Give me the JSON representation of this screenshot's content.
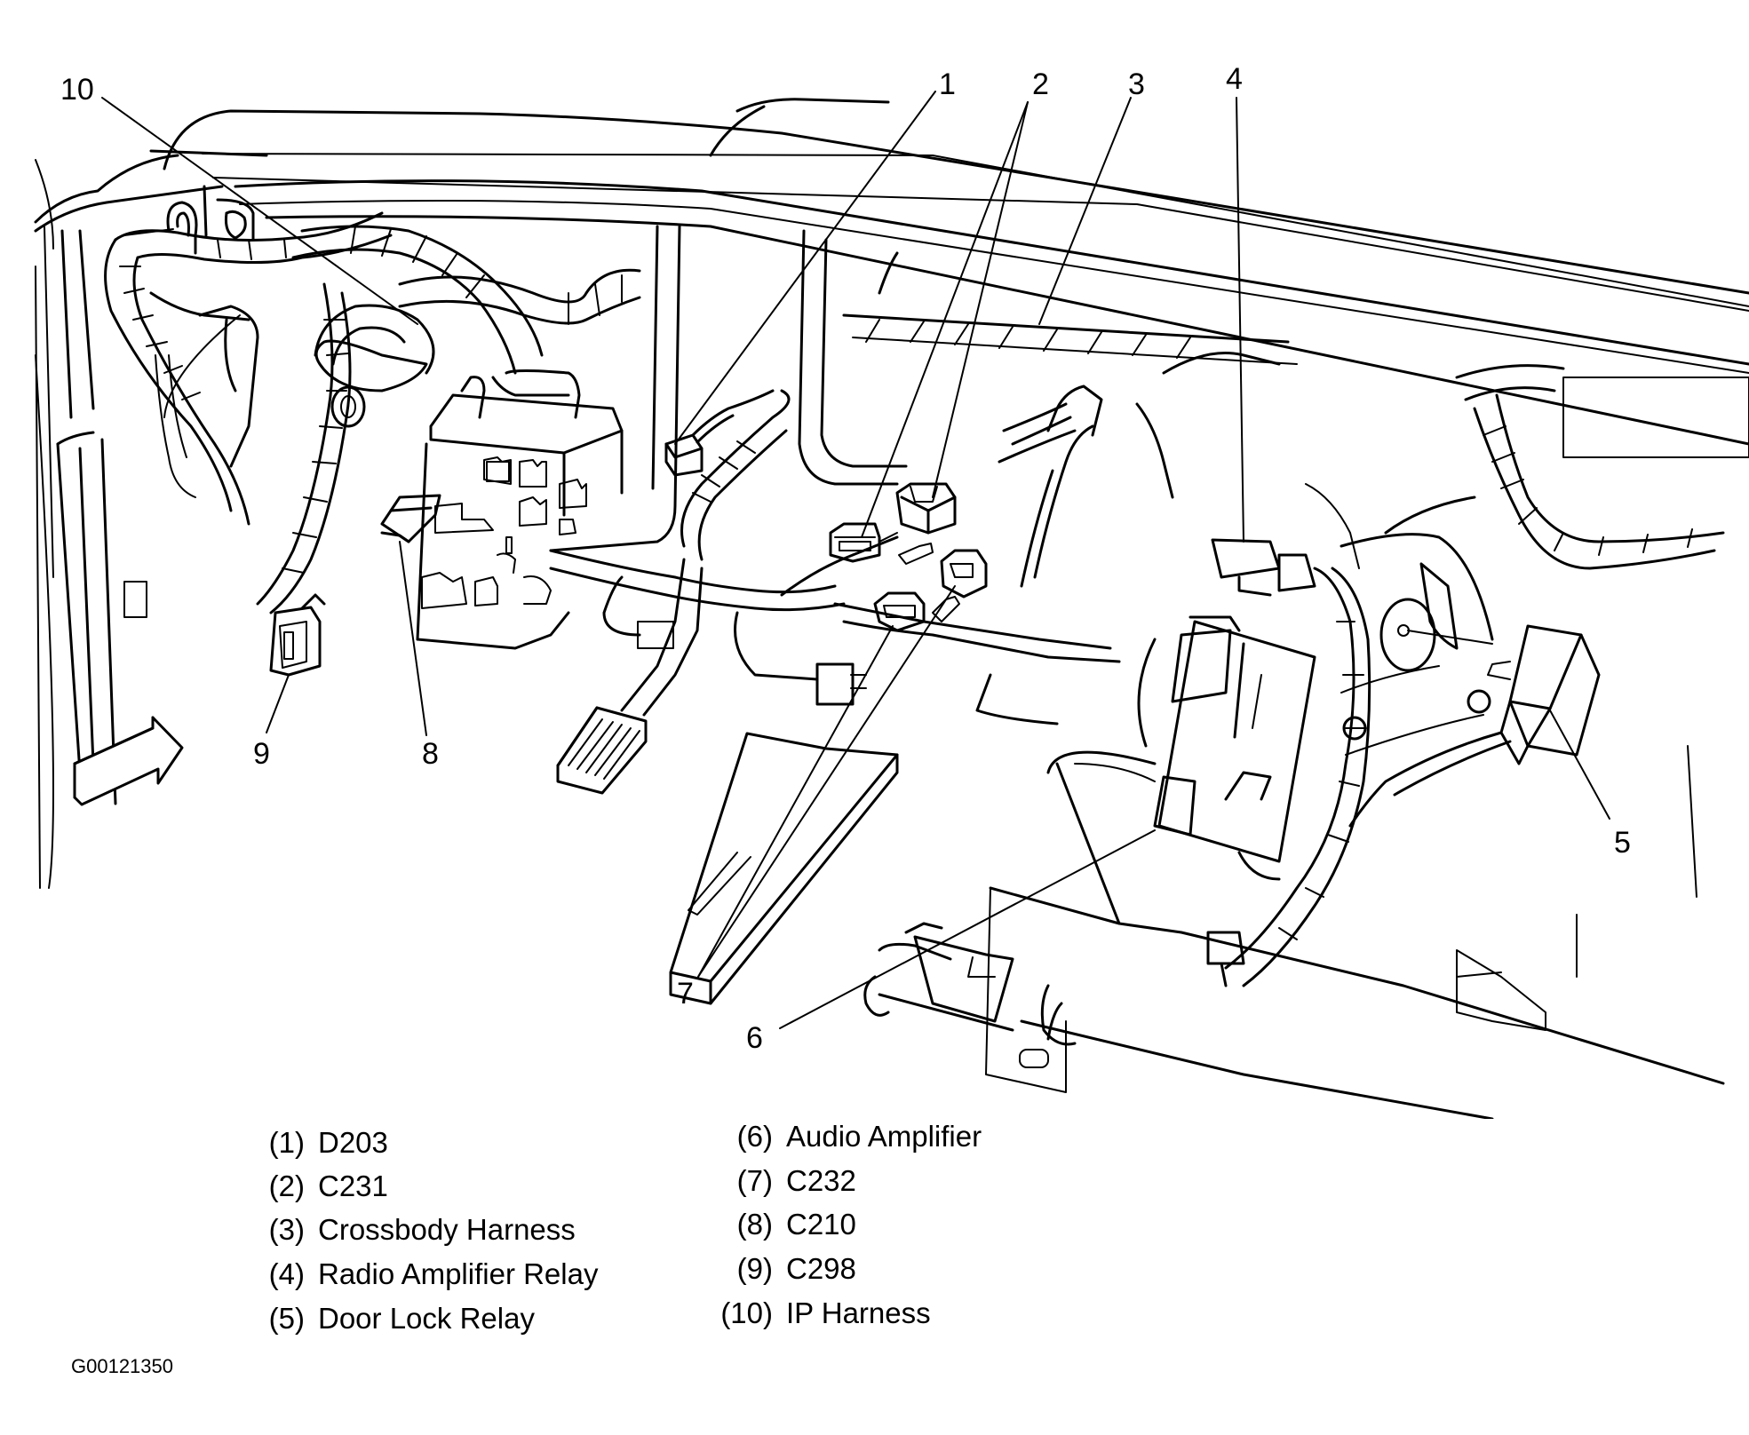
{
  "figure": {
    "figure_id": "G00121350",
    "view_arrow_icon": "view-direction-arrow"
  },
  "callouts": [
    {
      "number": "1",
      "label": "D203"
    },
    {
      "number": "2",
      "label": "C231"
    },
    {
      "number": "3",
      "label": "Crossbody Harness"
    },
    {
      "number": "4",
      "label": "Radio Amplifier Relay"
    },
    {
      "number": "5",
      "label": "Door Lock Relay"
    },
    {
      "number": "6",
      "label": "Audio Amplifier"
    },
    {
      "number": "7",
      "label": "C232"
    },
    {
      "number": "8",
      "label": "C210"
    },
    {
      "number": "9",
      "label": "C298"
    },
    {
      "number": "10",
      "label": "IP Harness"
    }
  ],
  "legend": {
    "left_column": [
      {
        "index": "(1)",
        "text": "D203"
      },
      {
        "index": "(2)",
        "text": "C231"
      },
      {
        "index": "(3)",
        "text": "Crossbody Harness"
      },
      {
        "index": "(4)",
        "text": "Radio Amplifier Relay"
      },
      {
        "index": "(5)",
        "text": "Door Lock Relay"
      }
    ],
    "right_column": [
      {
        "index": "(6)",
        "text": "Audio Amplifier"
      },
      {
        "index": "(7)",
        "text": "C232"
      },
      {
        "index": "(8)",
        "text": "C210"
      },
      {
        "index": "(9)",
        "text": "C298"
      },
      {
        "index": "(10)",
        "text": "IP Harness"
      }
    ]
  }
}
